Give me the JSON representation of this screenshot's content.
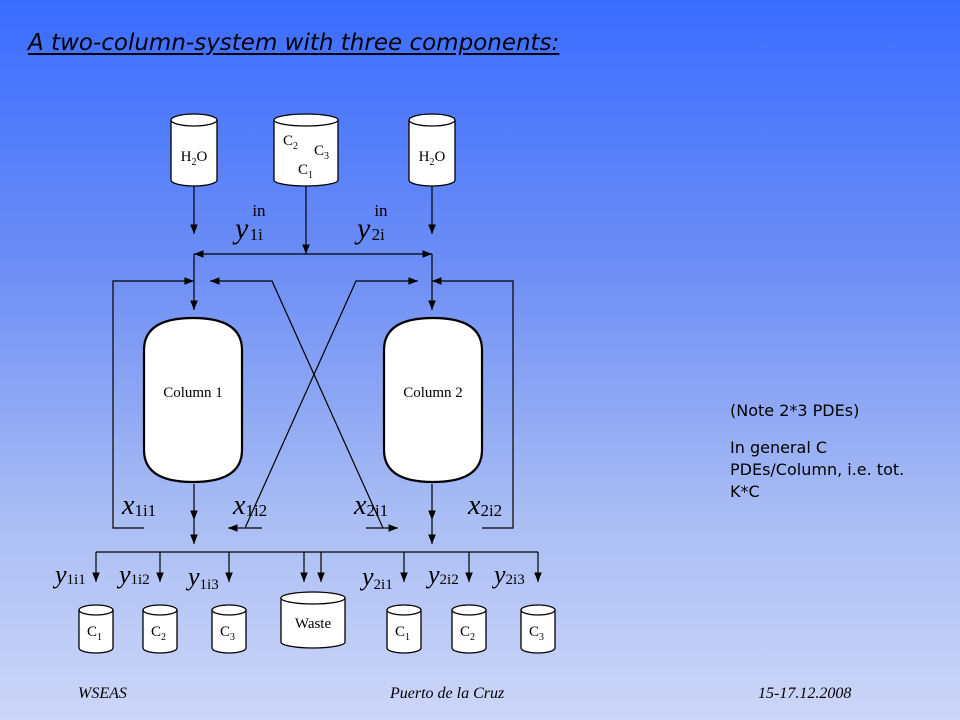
{
  "title": "A two-column-system with three components:",
  "notes": {
    "line1": "(Note 2*3 PDEs)",
    "line2": "In general C PDEs/Column, i.e. tot. K*C"
  },
  "footer": {
    "left": "WSEAS",
    "center": "Puerto de la Cruz",
    "right": "15-17.12.2008"
  },
  "diagram": {
    "feed_water_left": "H2O",
    "feed_water_right": "H2O",
    "feed_mix": [
      "C2",
      "C3",
      "C1"
    ],
    "column1": "Column 1",
    "column2": "Column 2",
    "inlet_labels": [
      {
        "base": "y",
        "sup": "in",
        "sub": "1i"
      },
      {
        "base": "y",
        "sup": "in",
        "sub": "2i"
      }
    ],
    "outlet_labels": [
      {
        "base": "x",
        "sub": "1i1"
      },
      {
        "base": "x",
        "sub": "1i2"
      },
      {
        "base": "x",
        "sub": "2i1"
      },
      {
        "base": "x",
        "sub": "2i2"
      }
    ],
    "product_labels": [
      {
        "base": "y",
        "sub": "1i1"
      },
      {
        "base": "y",
        "sub": "1i2"
      },
      {
        "base": "y",
        "sub": "1i3"
      },
      {
        "base": "y",
        "sub": "2i1"
      },
      {
        "base": "y",
        "sub": "2i2"
      },
      {
        "base": "y",
        "sub": "2i3"
      }
    ],
    "products_left": [
      "C1",
      "C2",
      "C3"
    ],
    "products_right": [
      "C1",
      "C2",
      "C3"
    ],
    "waste": "Waste"
  }
}
